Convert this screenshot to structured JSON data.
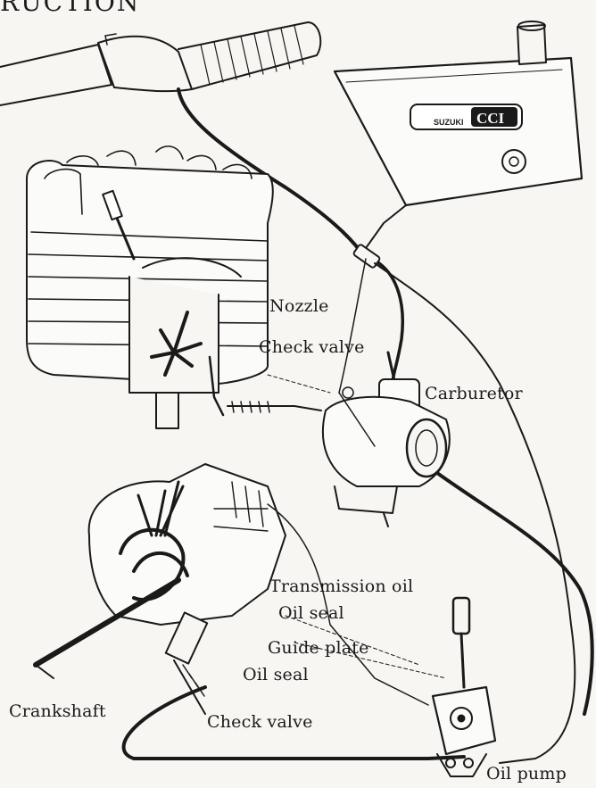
{
  "header": {
    "partial_title": "RUCTION"
  },
  "tank": {
    "brand": "SUZUKI",
    "badge": "CCI"
  },
  "labels": {
    "nozzle": "Nozzle",
    "check_valve_top": "Check valve",
    "carburetor": "Carburetor",
    "transmission_oil": "Transmission oil",
    "oil_seal_1": "Oil seal",
    "guide_plate": "Guide plate",
    "oil_seal_2": "Oil seal",
    "crankshaft": "Crankshaft",
    "check_valve_bottom": "Check valve",
    "oil_pump": "Oil pump"
  },
  "colors": {
    "ink": "#1a1a1a",
    "paper": "#f7f6f3"
  }
}
